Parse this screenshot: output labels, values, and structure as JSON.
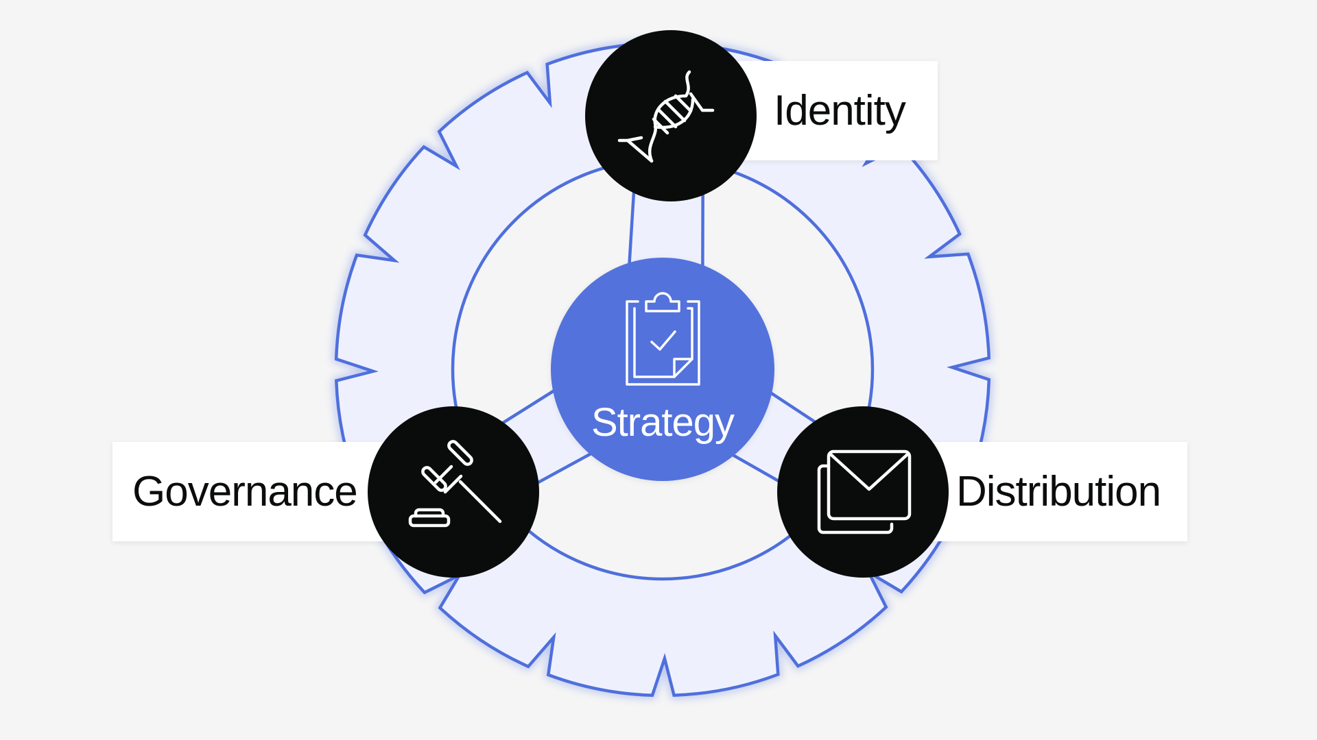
{
  "diagram": {
    "center": {
      "label": "Strategy",
      "icon": "clipboard-check-icon"
    },
    "nodes": [
      {
        "label": "Identity",
        "icon": "dna-icon"
      },
      {
        "label": "Governance",
        "icon": "gavel-icon"
      },
      {
        "label": "Distribution",
        "icon": "envelope-icon"
      }
    ]
  },
  "colors": {
    "background": "#f5f5f5",
    "ring_fill": "#eef1fd",
    "ring_stroke": "#4f6fdc",
    "center_fill": "#5272dc",
    "node_fill": "#0a0c0b",
    "label_box": "#ffffff"
  }
}
